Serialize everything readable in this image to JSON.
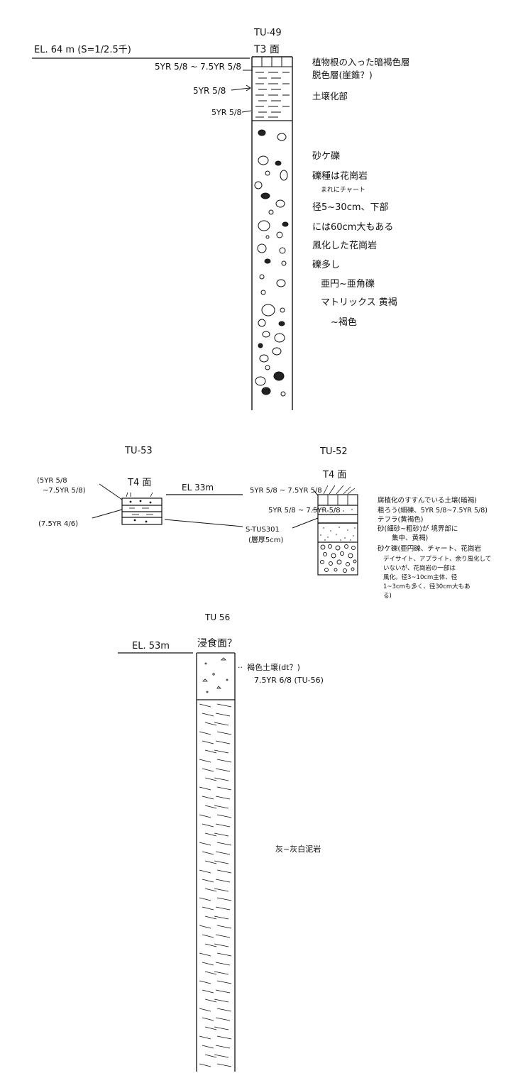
{
  "tu49": {
    "title": "TU-49",
    "elevation": "EL. 64 m (S=1/2.5千)",
    "surface": "T3 面",
    "color_1": "5YR 5/8 ~ 7.5YR 5/8",
    "color_2": "5YR 5/8",
    "color_3": "5YR 5/8",
    "desc_1": "植物根の入った暗褐色層",
    "desc_2": "脱色層(崖錐？)",
    "desc_3": "土壌化部",
    "gravel_1": "砂ケ礫",
    "gravel_2": "礫種は花崗岩",
    "gravel_3": "まれにチャート",
    "gravel_4": "径5~30cm、下部",
    "gravel_5": "には60cm大もある",
    "gravel_6": "風化した花崗岩",
    "gravel_7": "礫多し",
    "gravel_8": "亜円~亜角礫",
    "gravel_9": "マトリックス 黄褐",
    "gravel_10": "~褐色"
  },
  "tu53": {
    "title": "TU-53",
    "surface": "T4 面",
    "color_1a": "(5YR 5/8",
    "color_1b": "~7.5YR 5/8)",
    "color_2": "(7.5YR 4/6)"
  },
  "middle": {
    "elevation": "EL 33m",
    "color_1": "5YR 5/8 ~ 7.5YR 5/8",
    "color_2": "5YR 5/8 ~ 7.5YR 5/8",
    "tephra": "S-TUS301",
    "tephra_note": "(層厚5cm)"
  },
  "tu52": {
    "title": "TU-52",
    "surface": "T4 面",
    "desc_1": "腐植化のすすんでいる土壌(暗褐)",
    "desc_2": "粗ろう(細礫、5YR 5/8~7.5YR 5/8)",
    "desc_3": "テフラ(黄褐色)",
    "desc_4": "砂(細砂~粗砂)が 境界部に",
    "desc_5": "集中、黄褐)",
    "desc_6": "砂ケ礫(亜円礫、チャート、花崗岩",
    "desc_7": "デイサイト、アプライト、余り風化して",
    "desc_8": "いないが、花崗岩の一部は",
    "desc_9": "風化。径3~10cm主体、径",
    "desc_10": "1~3cmも多く、径30cm大もあ",
    "desc_11": "る)"
  },
  "tu56": {
    "title": "TU 56",
    "elevation": "EL. 53m",
    "surface": "浸食面？",
    "desc_1": "褐色土壌(dt？)",
    "desc_2": "7.5YR 6/8 (TU-56)",
    "rock": "灰~灰白泥岩"
  }
}
